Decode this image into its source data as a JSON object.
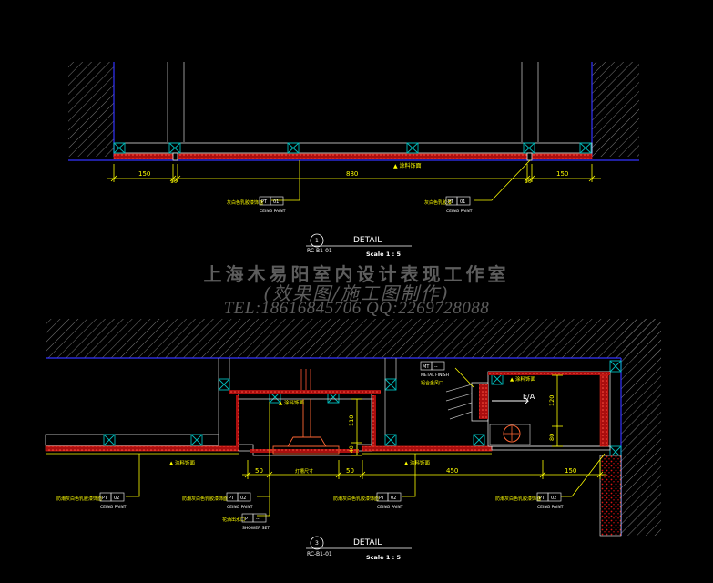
{
  "colors": {
    "background": "#000000",
    "wall_line": "#3333ff",
    "hatch": "#888888",
    "finish": "#cc1111",
    "dimension": "#ffff00",
    "frame": "#00cccc",
    "text_white": "#ffffff",
    "label_box": "#dddddd"
  },
  "detail_top": {
    "number": "1",
    "ref": "RC-B1-01",
    "title": "DETAIL",
    "scale": "Scale 1 : 5",
    "dims": [
      "150",
      "10",
      "880",
      "10",
      "150"
    ],
    "note_center": "▲ 涂料饰面",
    "labels": [
      {
        "text": "灰白色乳胶漆饰面",
        "code": "PT",
        "num": "01",
        "sub": "CEING PAINT"
      },
      {
        "text": "灰白色乳胶漆",
        "code": "PT",
        "num": "01",
        "sub": "CEING PAINT"
      }
    ]
  },
  "detail_bottom": {
    "number": "3",
    "ref": "RC-B1-01",
    "title": "DETAIL",
    "scale": "Scale 1 : 5",
    "dims_h": [
      "50",
      "灯槽尺寸",
      "50",
      "450",
      "150"
    ],
    "dims_v": [
      "110",
      "40",
      "120",
      "80"
    ],
    "notes": [
      "▲ 涂料饰面",
      "▲ 涂料饰面",
      "▲ 涂料饰面",
      "▲ 涂料饰面"
    ],
    "airflow": "E/A",
    "metal_label": {
      "code": "MT",
      "num": "--",
      "text": "METAL FINISH",
      "sub": "铝合金风口"
    },
    "labels": [
      {
        "text": "防潮灰白色乳胶漆饰面",
        "code": "PT",
        "num": "02",
        "sub": "CEING PAINT"
      },
      {
        "text": "防潮灰白色乳胶漆饰面",
        "code": "PT",
        "num": "02",
        "sub": "CEING PAINT"
      },
      {
        "text": "防潮灰白色乳胶漆饰面",
        "code": "PT",
        "num": "02",
        "sub": "CEING PAINT"
      },
      {
        "text": "防潮灰白色乳胶漆饰面",
        "code": "PT",
        "num": "02",
        "sub": "CEING PAINT"
      }
    ],
    "shower_label": {
      "text": "花洒出水口",
      "code": "P",
      "num": "--",
      "sub": "SHOWER SET"
    }
  },
  "watermark": {
    "line1": "上海木易阳室内设计表现工作室",
    "line2": "(效果图/施工图制作)",
    "line3": "TEL:18616845706 QQ:2269728088"
  }
}
